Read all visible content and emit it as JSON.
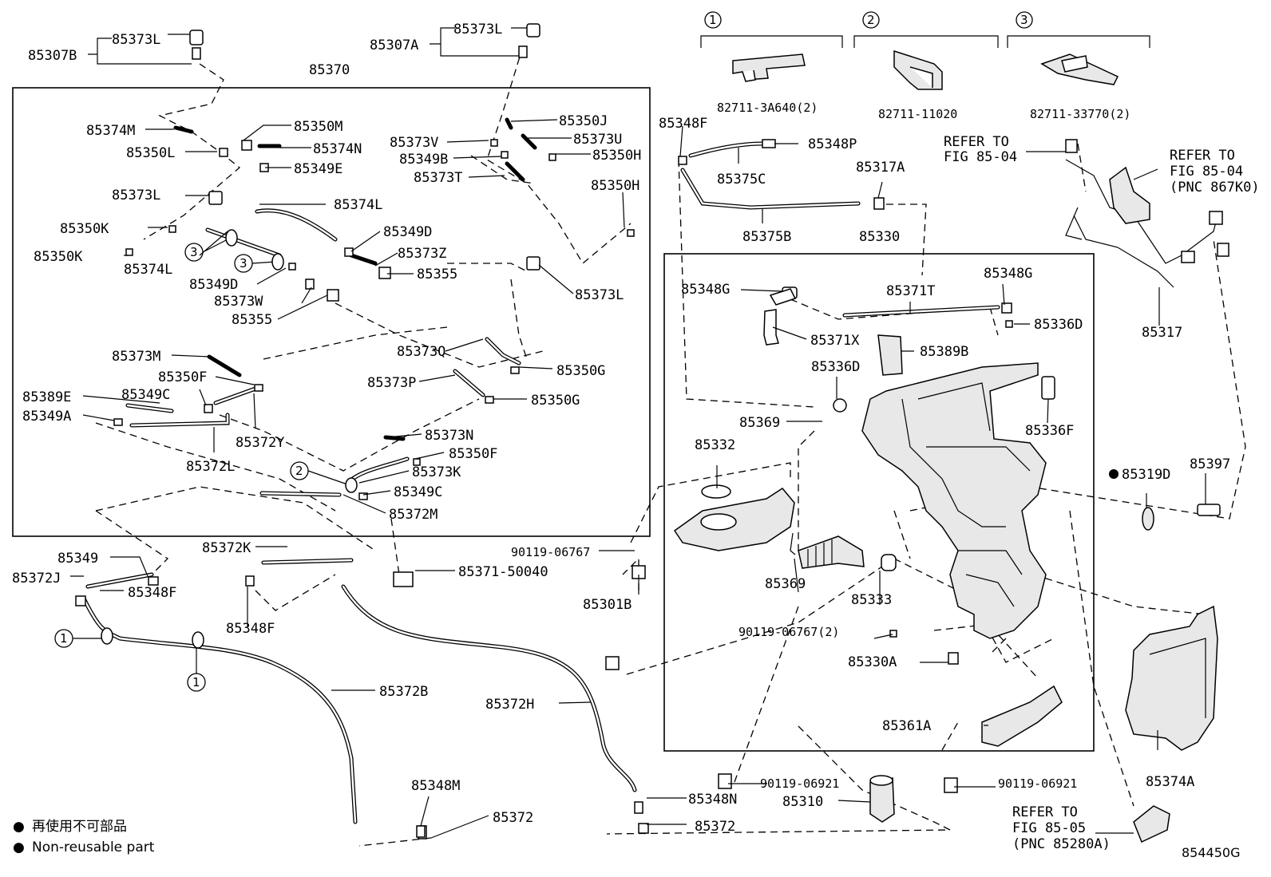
{
  "labels": {
    "l85307B": "85307B",
    "l85373L_a": "85373L",
    "l85307A": "85307A",
    "l85373L_b": "85373L",
    "l85370": "85370",
    "l85374M": "85374M",
    "l85350M": "85350M",
    "l85350L": "85350L",
    "l85374N": "85374N",
    "l85349E": "85349E",
    "l85373L_c": "85373L",
    "l85374L_a": "85374L",
    "l85350K_a": "85350K",
    "l85350K_b": "85350K",
    "l85374L_b": "85374L",
    "l85349D_a": "85349D",
    "l85373W": "85373W",
    "l85355_a": "85355",
    "l85349D_b": "85349D",
    "l85373Z": "85373Z",
    "l85355_b": "85355",
    "l85373V": "85373V",
    "l85349B": "85349B",
    "l85373T": "85373T",
    "l85350J": "85350J",
    "l85373U": "85373U",
    "l85350H_a": "85350H",
    "l85350H_b": "85350H",
    "l85373L_d": "85373L",
    "l85373M": "85373M",
    "l85350F_a": "85350F",
    "l85349C_a": "85349C",
    "l85389E": "85389E",
    "l85349A": "85349A",
    "l85372Y": "85372Y",
    "l85372L": "85372L",
    "l85373Q": "85373Q",
    "l85350G_a": "85350G",
    "l85373P": "85373P",
    "l85350G_b": "85350G",
    "l85373N": "85373N",
    "l85350F_b": "85350F",
    "l85373K": "85373K",
    "l85349C_b": "85349C",
    "l85372M": "85372M",
    "l85349": "85349",
    "l85372J": "85372J",
    "l85348F_a": "85348F",
    "l85372K": "85372K",
    "l85348F_b": "85348F",
    "l85371_50040": "85371-50040",
    "l90119_06767_a": "90119-06767",
    "l85301B": "85301B",
    "l85372B": "85372B",
    "l85372H": "85372H",
    "l85348M": "85348M",
    "l85372_a": "85372",
    "l85348N": "85348N",
    "l85372_b": "85372",
    "l85348F_c": "85348F",
    "l85348P": "85348P",
    "l85375C": "85375C",
    "l85317A": "85317A",
    "l85375B": "85375B",
    "l85330": "85330",
    "l85348G_a": "85348G",
    "l85371T": "85371T",
    "l85348G_b": "85348G",
    "l85336D_a": "85336D",
    "l85371X": "85371X",
    "l85389B": "85389B",
    "l85336D_b": "85336D",
    "l85369_a": "85369",
    "l85336F": "85336F",
    "l85332": "85332",
    "l85369_b": "85369",
    "l85333": "85333",
    "l90119_06767_b": "90119-06767(2)",
    "l85330A": "85330A",
    "l85361A": "85361A",
    "l90119_06921_a": "90119-06921",
    "l85310": "85310",
    "l90119_06921_b": "90119-06921",
    "l82711_3A640": "82711-3A640(2)",
    "l82711_11020": "82711-11020",
    "l82711_33770": "82711-33770(2)",
    "l85317": "85317",
    "l85319D": "85319D",
    "l85397": "85397",
    "l85374A": "85374A"
  },
  "refs": {
    "ref1_l1": "REFER TO",
    "ref1_l2": "FIG 85-04",
    "ref2_l1": "REFER TO",
    "ref2_l2": "FIG 85-04",
    "ref2_l3": "(PNC 867K0)",
    "ref3_l1": "REFER TO",
    "ref3_l2": "FIG 85-05",
    "ref3_l3": "(PNC 85280A)"
  },
  "circles": {
    "c1": "1",
    "c2": "2",
    "c3": "3"
  },
  "legend": {
    "jp": "再使用不可部品",
    "en": "Non-reusable part",
    "bullet": "●"
  },
  "figure_code": "854450G"
}
